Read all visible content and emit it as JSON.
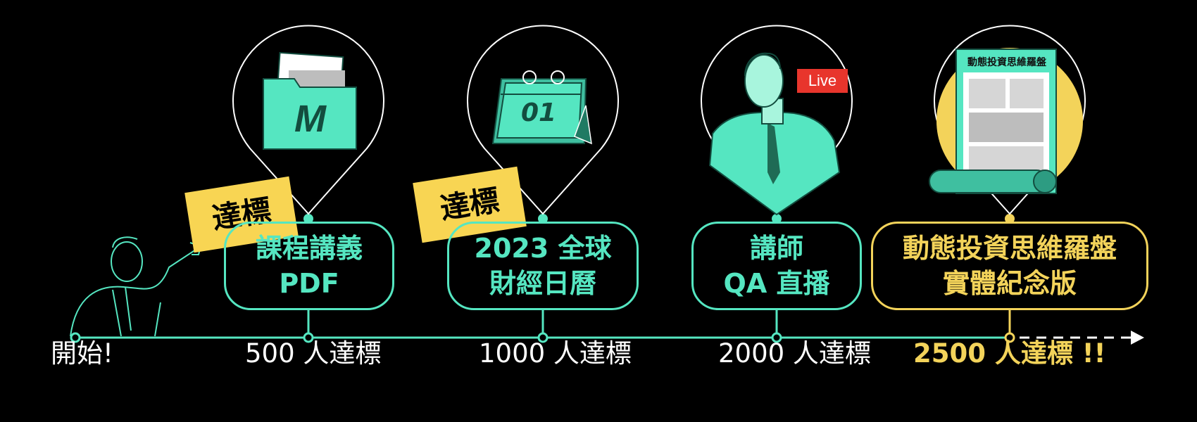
{
  "timeline": {
    "start_label": "開始!",
    "milestones": [
      {
        "count_label": "500 人達標",
        "reward_line1": "課程講義",
        "reward_line2": "PDF",
        "achieved": true
      },
      {
        "count_label": "1000 人達標",
        "reward_line1": "2023 全球",
        "reward_line2": "財經日曆",
        "achieved": true
      },
      {
        "count_label": "2000 人達標",
        "reward_line1": "講師",
        "reward_line2": "QA 直播",
        "achieved": false
      },
      {
        "count_label": "2500 人達標 !!",
        "reward_line1": "動態投資思維羅盤",
        "reward_line2": "實體紀念版",
        "achieved": false
      }
    ],
    "badge_text": "達標",
    "live_tag": "Live",
    "calendar_number": "01",
    "folder_letter": "M",
    "book_title": "動態投資思維羅盤"
  },
  "colors": {
    "background": "#000000",
    "accent": "#55e6c1",
    "gold": "#f3d35a",
    "badge": "#f8d553",
    "live_red": "#e8352c"
  }
}
